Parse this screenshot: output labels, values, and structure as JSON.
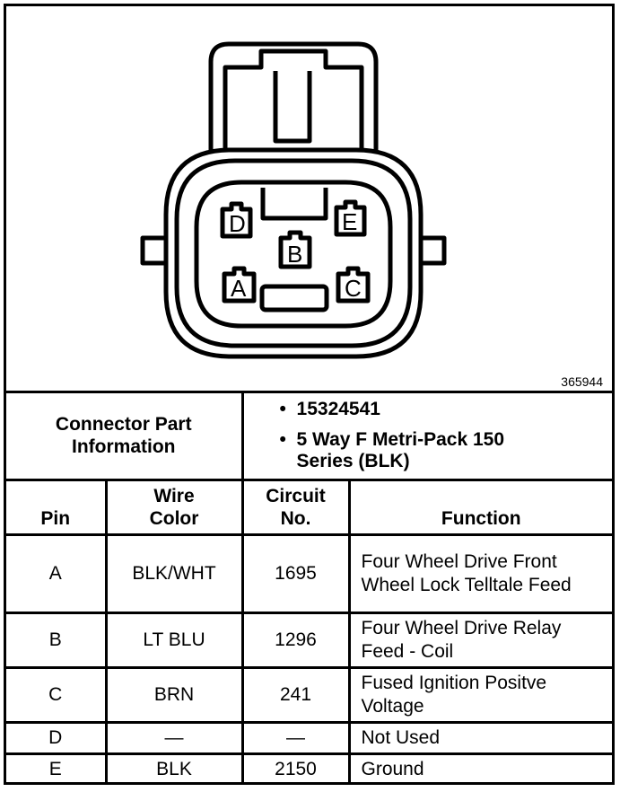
{
  "figure_id": "365944",
  "connector": {
    "pins": [
      "D",
      "E",
      "B",
      "A",
      "C"
    ]
  },
  "part_info": {
    "label": "Connector Part Information",
    "part_number": "15324541",
    "description": "5 Way F Metri-Pack 150 Series (BLK)"
  },
  "table": {
    "headers": {
      "pin": "Pin",
      "wire_color": "Wire Color",
      "circuit_no": "Circuit No.",
      "function": "Function"
    },
    "rows": [
      {
        "pin": "A",
        "wire_color": "BLK/WHT",
        "circuit": "1695",
        "function": "Four Wheel Drive Front Wheel Lock Telltale Feed"
      },
      {
        "pin": "B",
        "wire_color": "LT BLU",
        "circuit": "1296",
        "function": "Four Wheel Drive Relay Feed - Coil"
      },
      {
        "pin": "C",
        "wire_color": "BRN",
        "circuit": "241",
        "function": "Fused Ignition Positve Voltage"
      },
      {
        "pin": "D",
        "wire_color": "—",
        "circuit": "—",
        "function": "Not Used"
      },
      {
        "pin": "E",
        "wire_color": "BLK",
        "circuit": "2150",
        "function": "Ground"
      }
    ]
  }
}
